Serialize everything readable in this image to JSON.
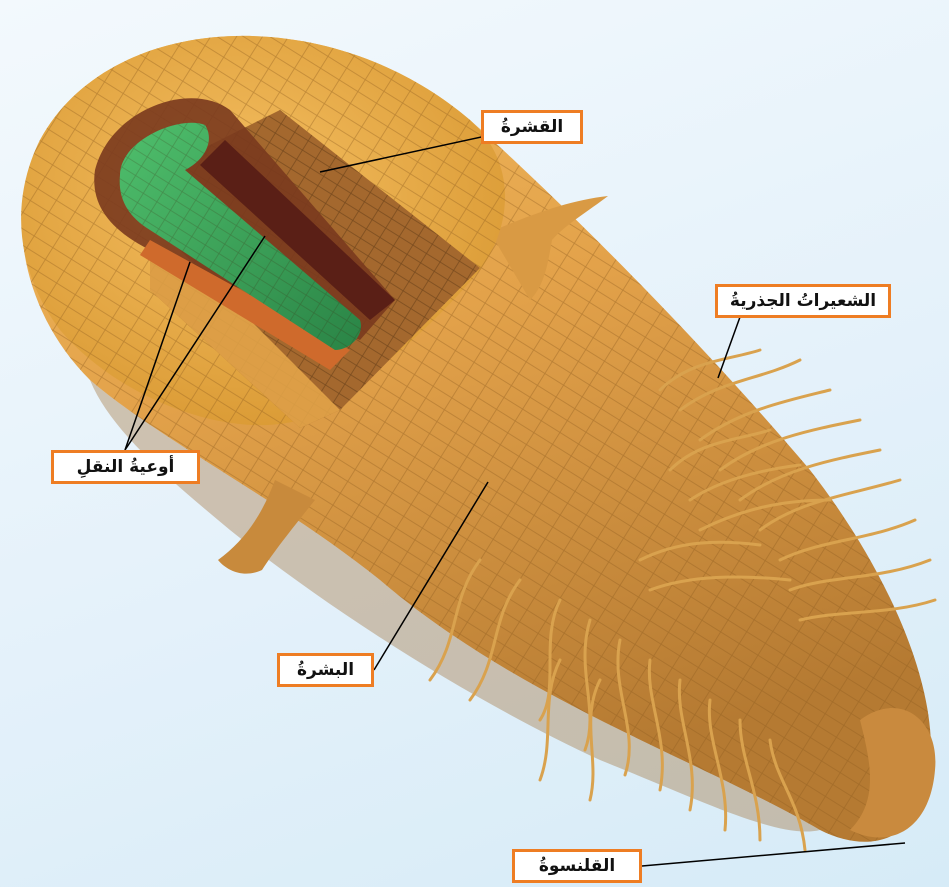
{
  "diagram": {
    "labels": {
      "cortex": "القشرةُ",
      "root_hairs": "الشعيراتُ الجذريةُ",
      "vessels": "أوعيةُ النقلِ",
      "epidermis": "البشرةُ",
      "root_cap": "القلنسوةُ"
    }
  },
  "colors": {
    "background": "#e4f1fa",
    "epidermis": "#dba048",
    "cortex_cut": "#a4682e",
    "vascular": "#3a9c58",
    "label_border": "#ee7d23"
  }
}
